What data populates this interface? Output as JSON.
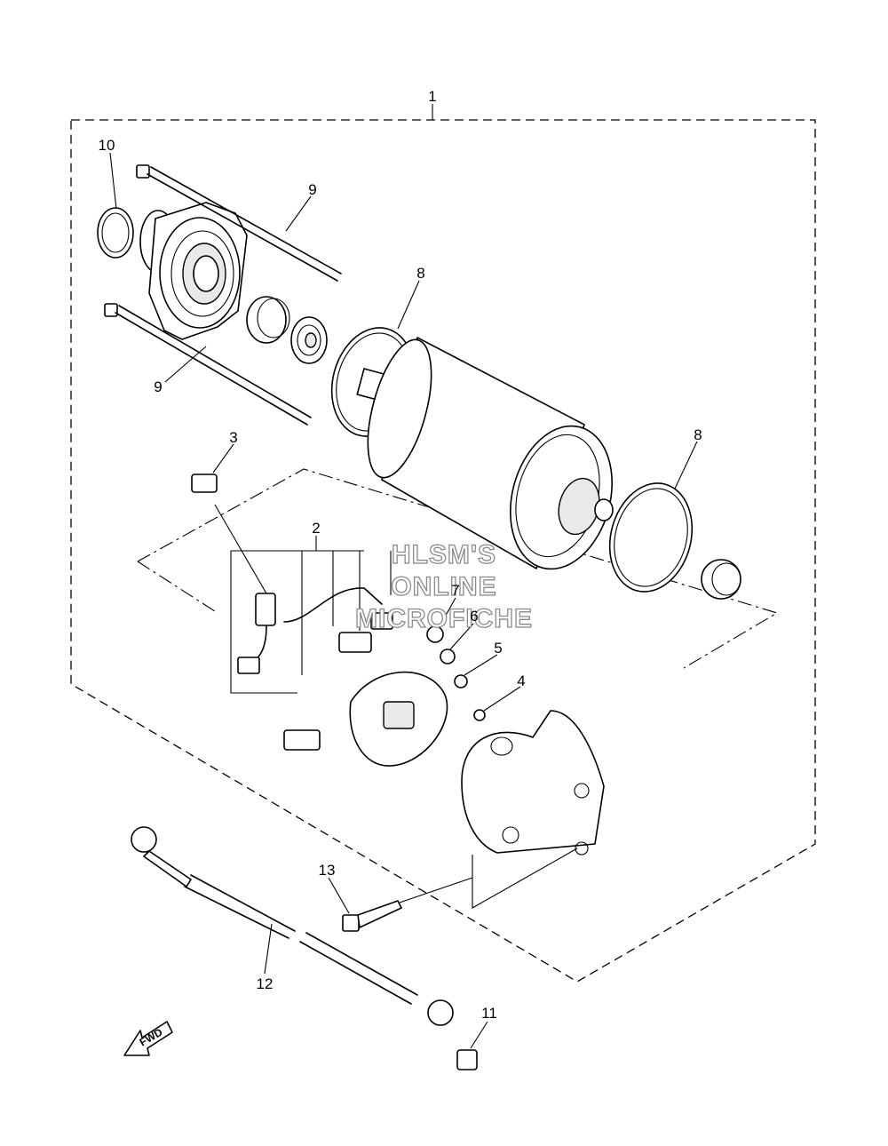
{
  "diagram": {
    "callouts": [
      "1",
      "2",
      "3",
      "4",
      "5",
      "6",
      "7",
      "8",
      "8",
      "9",
      "9",
      "10",
      "11",
      "12",
      "13"
    ],
    "watermark": [
      "HLSM'S",
      "ONLINE",
      "MICROFICHE"
    ],
    "direction_label": "FWD"
  }
}
